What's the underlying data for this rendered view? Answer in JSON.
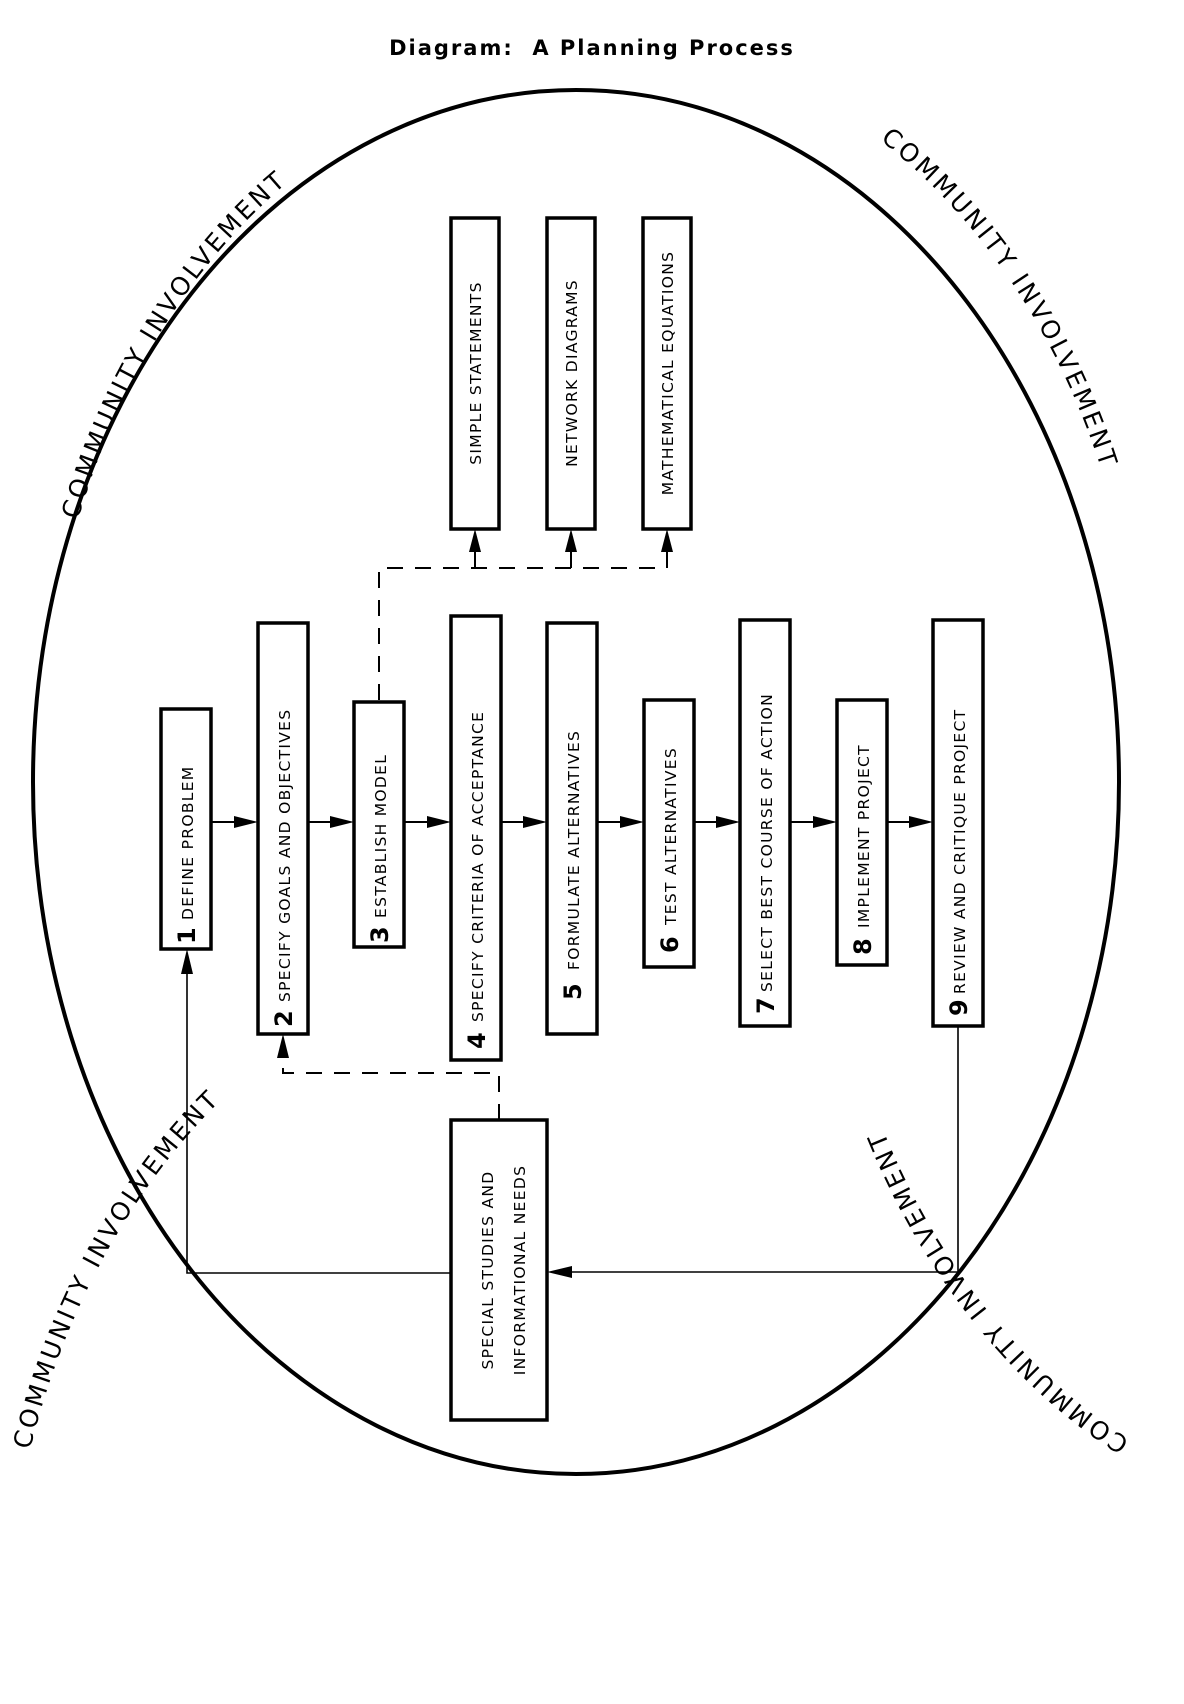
{
  "title": "Diagram:  A Planning Process",
  "boundary_label": "COMMUNITY INVOLVEMENT",
  "boundary_labels": [
    {
      "position": "top-left",
      "text": "COMMUNITY INVOLVEMENT"
    },
    {
      "position": "top-right",
      "text": "COMMUNITY INVOLVEMENT"
    },
    {
      "position": "bottom-left",
      "text": "COMMUNITY INVOLVEMENT"
    },
    {
      "position": "bottom-right",
      "text": "COMMUNITY INVOLVEMENT"
    }
  ],
  "steps": [
    {
      "number": "1",
      "label": "DEFINE PROBLEM"
    },
    {
      "number": "2",
      "label": "SPECIFY GOALS AND OBJECTIVES"
    },
    {
      "number": "3",
      "label": "ESTABLISH MODEL"
    },
    {
      "number": "4",
      "label": "SPECIFY CRITERIA OF ACCEPTANCE"
    },
    {
      "number": "5",
      "label": "FORMULATE ALTERNATIVES"
    },
    {
      "number": "6",
      "label": "TEST ALTERNATIVES"
    },
    {
      "number": "7",
      "label": "SELECT BEST COURSE OF ACTION"
    },
    {
      "number": "8",
      "label": "IMPLEMENT PROJECT"
    },
    {
      "number": "9",
      "label": "REVIEW AND CRITIQUE PROJECT"
    }
  ],
  "model_types": [
    {
      "label": "SIMPLE STATEMENTS"
    },
    {
      "label": "NETWORK DIAGRAMS"
    },
    {
      "label": "MATHEMATICAL EQUATIONS"
    }
  ],
  "special_studies": {
    "line1": "SPECIAL STUDIES AND",
    "line2": "INFORMATIONAL NEEDS"
  },
  "connections": [
    {
      "from": "1",
      "to": "2",
      "style": "solid"
    },
    {
      "from": "2",
      "to": "3",
      "style": "solid"
    },
    {
      "from": "3",
      "to": "4",
      "style": "solid"
    },
    {
      "from": "4",
      "to": "5",
      "style": "solid"
    },
    {
      "from": "5",
      "to": "6",
      "style": "solid"
    },
    {
      "from": "6",
      "to": "7",
      "style": "solid"
    },
    {
      "from": "7",
      "to": "8",
      "style": "solid"
    },
    {
      "from": "8",
      "to": "9",
      "style": "solid"
    },
    {
      "from": "3",
      "to": "SIMPLE STATEMENTS",
      "style": "dashed"
    },
    {
      "from": "3",
      "to": "NETWORK DIAGRAMS",
      "style": "dashed"
    },
    {
      "from": "3",
      "to": "MATHEMATICAL EQUATIONS",
      "style": "dashed"
    },
    {
      "from": "9",
      "to": "SPECIAL STUDIES AND INFORMATIONAL NEEDS",
      "style": "solid"
    },
    {
      "from": "SPECIAL STUDIES AND INFORMATIONAL NEEDS",
      "to": "1",
      "style": "solid"
    },
    {
      "from": "SPECIAL STUDIES AND INFORMATIONAL NEEDS",
      "to": "2",
      "style": "dashed"
    }
  ]
}
